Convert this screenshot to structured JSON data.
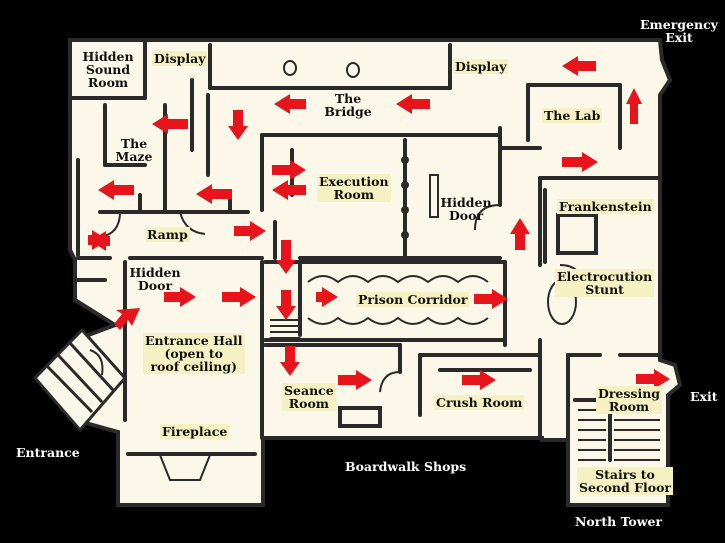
{
  "rooms": {
    "hidden_sound_room": "Hidden\nSound\nRoom",
    "display_left": "Display",
    "display_right": "Display",
    "the_bridge": "The\nBridge",
    "the_lab": "The Lab",
    "the_maze": "The\nMaze",
    "execution_room": "Execution\nRoom",
    "hidden_door_center": "Hidden\nDoor",
    "frankenstein": "Frankenstein",
    "ramp": "Ramp",
    "hidden_door_left": "Hidden\nDoor",
    "electrocution_stunt": "Electrocution\nStunt",
    "prison_corridor": "Prison Corridor",
    "entrance_hall": "Entrance Hall\n(open to\nroof ceiling)",
    "seance_room": "Seance\nRoom",
    "crush_room": "Crush Room",
    "dressing_room": "Dressing\nRoom",
    "fireplace": "Fireplace",
    "stairs": "Stairs to\nSecond Floor"
  },
  "outside": {
    "emergency_exit": "Emergency\nExit",
    "exit": "Exit",
    "entrance": "Entrance",
    "boardwalk_shops": "Boardwalk Shops",
    "north_tower": "North Tower"
  },
  "colors": {
    "wall": "#2a2a2a",
    "floor": "#fbf8ea",
    "arrow": "#e8141b",
    "label_highlight": "#f6f1c2",
    "background": "#000000"
  }
}
